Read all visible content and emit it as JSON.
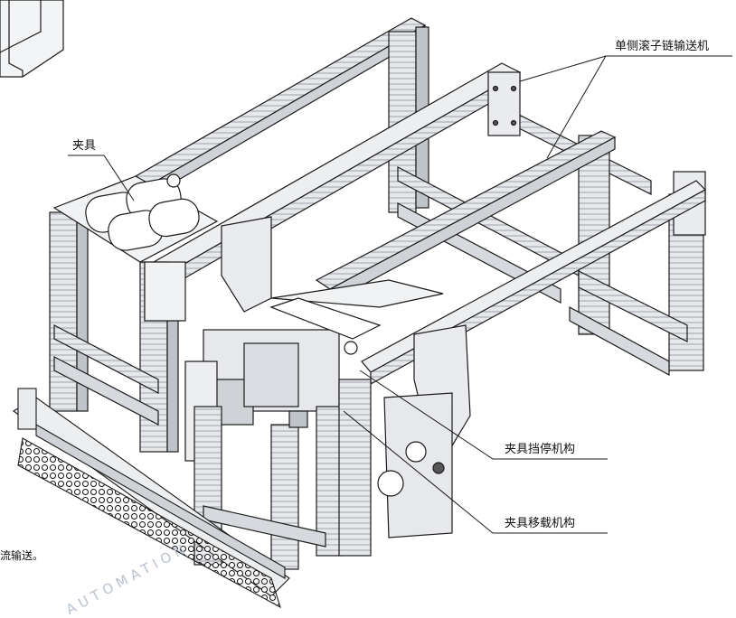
{
  "labels": {
    "conveyor": "单侧滚子链输送机",
    "fixture": "夹具",
    "fixture_stop": "夹具挡停机构",
    "fixture_transfer": "夹具移载机构"
  },
  "caption_fragment": "流输送。",
  "watermark": {
    "text": "AUTOMATION"
  },
  "colors": {
    "line": "#1a1a1a",
    "metal": "#d9dce0",
    "metal_dark": "#9aa0a8",
    "watermark": "#b9c2cf"
  }
}
